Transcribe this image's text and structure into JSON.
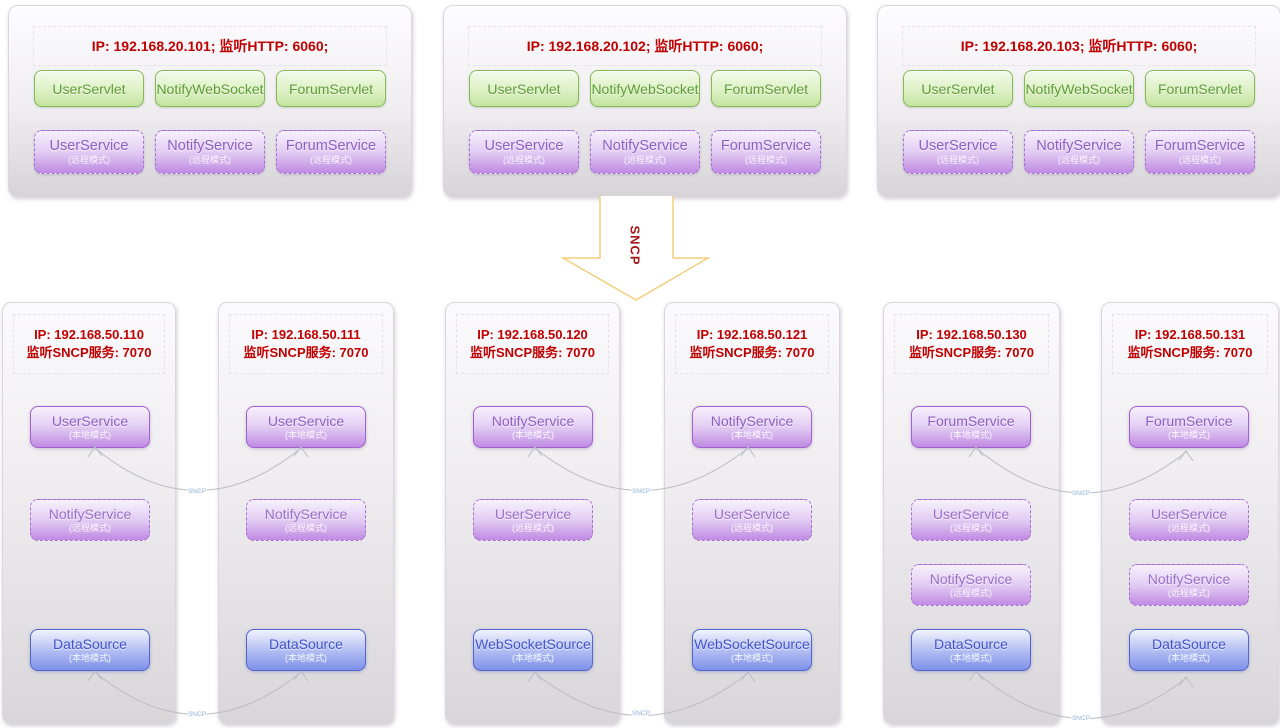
{
  "colors": {
    "ip_text": "#c00000",
    "green_border": "#84ba55",
    "green_text": "#5e9c38",
    "purple_border": "#a76fd2",
    "purple_text": "#8d5fc0",
    "blue_border": "#5365cf",
    "blue_text": "#4052ca",
    "arrow_outline": "#f2cf7e",
    "arrow_text": "#a51717",
    "connector_line": "#b9bcc4",
    "connector_label_text": "#8fb0d8"
  },
  "sncp_arrow": {
    "label": "SNCP"
  },
  "connector_label": "SNCP",
  "modes": {
    "remote": "(远程模式)",
    "local": "(本地模式)"
  },
  "top_servers": [
    {
      "ip_label": "IP: 192.168.20.101;  监听HTTP: 6060;",
      "servlets": [
        "UserServlet",
        "NotifyWebSocket",
        "ForumServlet"
      ],
      "services": [
        {
          "name": "UserService",
          "mode": "(远程模式)"
        },
        {
          "name": "NotifyService",
          "mode": "(远程模式)"
        },
        {
          "name": "ForumService",
          "mode": "(远程模式)"
        }
      ]
    },
    {
      "ip_label": "IP: 192.168.20.102;  监听HTTP: 6060;",
      "servlets": [
        "UserServlet",
        "NotifyWebSocket",
        "ForumServlet"
      ],
      "services": [
        {
          "name": "UserService",
          "mode": "(远程模式)"
        },
        {
          "name": "NotifyService",
          "mode": "(远程模式)"
        },
        {
          "name": "ForumService",
          "mode": "(远程模式)"
        }
      ]
    },
    {
      "ip_label": "IP: 192.168.20.103;  监听HTTP: 6060;",
      "servlets": [
        "UserServlet",
        "NotifyWebSocket",
        "ForumServlet"
      ],
      "services": [
        {
          "name": "UserService",
          "mode": "(远程模式)"
        },
        {
          "name": "NotifyService",
          "mode": "(远程模式)"
        },
        {
          "name": "ForumService",
          "mode": "(远程模式)"
        }
      ]
    }
  ],
  "bottom_servers": [
    {
      "ip_line1": "IP: 192.168.50.110",
      "ip_line2": "监听SNCP服务: 7070",
      "services": [
        {
          "name": "UserService",
          "mode": "(本地模式)",
          "kind": "local"
        },
        {
          "name": "NotifyService",
          "mode": "(远程模式)",
          "kind": "remote"
        },
        {
          "name": "DataSource",
          "mode": "(本地模式)",
          "kind": "datasource"
        }
      ]
    },
    {
      "ip_line1": "IP: 192.168.50.111",
      "ip_line2": "监听SNCP服务: 7070",
      "services": [
        {
          "name": "UserService",
          "mode": "(本地模式)",
          "kind": "local"
        },
        {
          "name": "NotifyService",
          "mode": "(远程模式)",
          "kind": "remote"
        },
        {
          "name": "DataSource",
          "mode": "(本地模式)",
          "kind": "datasource"
        }
      ]
    },
    {
      "ip_line1": "IP: 192.168.50.120",
      "ip_line2": "监听SNCP服务: 7070",
      "services": [
        {
          "name": "NotifyService",
          "mode": "(本地模式)",
          "kind": "local"
        },
        {
          "name": "UserService",
          "mode": "(远程模式)",
          "kind": "remote"
        },
        {
          "name": "WebSocketSource",
          "mode": "(本地模式)",
          "kind": "datasource"
        }
      ]
    },
    {
      "ip_line1": "IP: 192.168.50.121",
      "ip_line2": "监听SNCP服务: 7070",
      "services": [
        {
          "name": "NotifyService",
          "mode": "(本地模式)",
          "kind": "local"
        },
        {
          "name": "UserService",
          "mode": "(远程模式)",
          "kind": "remote"
        },
        {
          "name": "WebSocketSource",
          "mode": "(本地模式)",
          "kind": "datasource"
        }
      ]
    },
    {
      "ip_line1": "IP: 192.168.50.130",
      "ip_line2": "监听SNCP服务: 7070",
      "services": [
        {
          "name": "ForumService",
          "mode": "(本地模式)",
          "kind": "local"
        },
        {
          "name": "UserService",
          "mode": "(远程模式)",
          "kind": "remote"
        },
        {
          "name": "NotifyService",
          "mode": "(远程模式)",
          "kind": "remote"
        },
        {
          "name": "DataSource",
          "mode": "(本地模式)",
          "kind": "datasource"
        }
      ]
    },
    {
      "ip_line1": "IP: 192.168.50.131",
      "ip_line2": "监听SNCP服务: 7070",
      "services": [
        {
          "name": "ForumService",
          "mode": "(本地模式)",
          "kind": "local"
        },
        {
          "name": "UserService",
          "mode": "(远程模式)",
          "kind": "remote"
        },
        {
          "name": "NotifyService",
          "mode": "(远程模式)",
          "kind": "remote"
        },
        {
          "name": "DataSource",
          "mode": "(本地模式)",
          "kind": "datasource"
        }
      ]
    }
  ]
}
